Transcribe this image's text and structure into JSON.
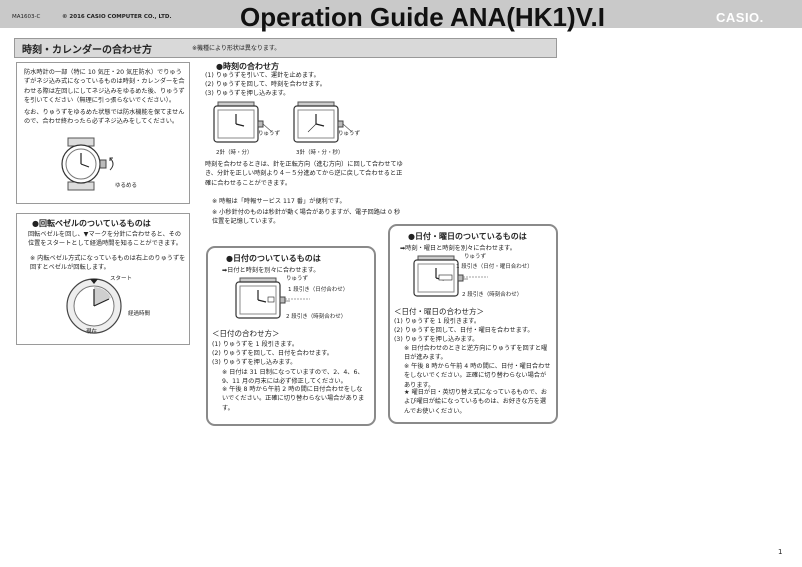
{
  "header": {
    "doc_code": "MA1603-C",
    "copyright": "© 2016 CASIO COMPUTER CO., LTD.",
    "title": "Operation Guide ANA(HK1)V.I",
    "brand": "CASIO."
  },
  "section": {
    "title": "時刻・カレンダーの合わせ方",
    "note": "※機種により形状は異なります。"
  },
  "intro": {
    "p1": "防水時計の一部（特に 10 気圧・20 気圧防水）でりゅうずがネジ込み式になっているものは時刻・カレンダーを合わせる際は左回しにしてネジ込みをゆるめた後、りゅうずを引いてください（無理に引っ張らないでください）。",
    "p2": "なお、りゅうずをゆるめた状態では防水機能を保てませんので、合わせ終わったら必ずネジ込みをしてください。",
    "loosen_label": "ゆるめる"
  },
  "time_setting": {
    "heading": "●時刻の合わせ方",
    "steps": [
      "(1) りゅうずを引いて、運針を止めます。",
      "(2) りゅうずを回して、時刻を合わせます。",
      "(3) りゅうずを押し込みます。"
    ],
    "crown_label": "りゅうず",
    "caption_2hand": "2針（時・分）",
    "caption_3hand": "3針（時・分・秒）",
    "note1": "時刻を合わせるときは、針を正転方向（進む方向）に回して合わせてゆき、分針を正しい時刻より４－５分進めてから逆に戻して合わせると正確に合わせることができます。",
    "note2": "※ 時報は「時報サービス 117 番」が便利です。",
    "note3": "※ 小秒針付のものは秒針が動く場合がありますが、電子回路は 0 秒位置を記憶しています。"
  },
  "bezel": {
    "heading": "●回転ベゼルのついているものは",
    "text": "回転ベゼルを回し、▼マークを分針に合わせると、その位置をスタートとして経過時間を知ることができます。",
    "note": "※ 内転ベゼル方式になっているものは右上のりゅうずを回すとベゼルが回転します。",
    "label_start": "スタート",
    "label_elapsed": "経過時間",
    "label_now": "現在"
  },
  "date_watch": {
    "heading": "●日付のついているものは",
    "lead": "➡日付と時刻を別々に合わせます。",
    "crown": "りゅうず",
    "stop1": "1 段引き（日付合わせ）",
    "stop2": "2 段引き（時刻合わせ）",
    "sub_heading": "＜日付の合わせ方＞",
    "steps": [
      "(1) りゅうずを 1 段引きます。",
      "(2) りゅうずを回して、日付を合わせます。",
      "(3) りゅうずを押し込みます。"
    ],
    "notes": [
      "※ 日付は 31 日制になっていますので、2、4、6、9、11 月の月末には必ず修正してください。",
      "※ 午後 8 時から午前 2 時の間に日付合わせをしないでください。正確に切り替わらない場合があります。"
    ]
  },
  "day_date_watch": {
    "heading": "●日付・曜日のついているものは",
    "lead": "➡時刻・曜日と時刻を別々に合わせます。",
    "crown": "りゅうず",
    "stop1": "1 段引き（日付・曜日合わせ）",
    "stop2": "2 段引き（時刻合わせ）",
    "sub_heading": "＜日付・曜日の合わせ方＞",
    "steps": [
      "(1) りゅうずを 1 段引きます。",
      "(2) りゅうずを回して、日付・曜日を合わせます。",
      "(3) りゅうずを押し込みます。"
    ],
    "notes": [
      "※ 日付合わせのときと逆方向にりゅうずを回すと曜日が進みます。",
      "※ 午後 8 時から午前 4 時の間に、日付・曜日合わせをしないでください。正確に切り替わらない場合があります。",
      "★ 曜日が日・英切り替え式になっているもので、および曜日が絵になっているものは、お好きな方を選んでお使いください。"
    ]
  },
  "page_number": "1"
}
